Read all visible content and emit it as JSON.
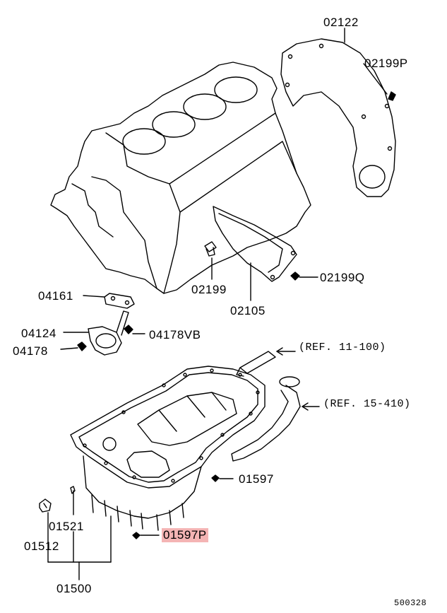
{
  "labels": {
    "p02122": "02122",
    "p02199P": "02199P",
    "p02199": "02199",
    "p02105": "02105",
    "p02199Q": "02199Q",
    "p04161": "04161",
    "p04124": "04124",
    "p04178VB": "04178VB",
    "p04178": "04178",
    "ref1": "(REF. 11-100)",
    "ref2": "(REF. 15-410)",
    "p01597": "01597",
    "p01521": "01521",
    "p01512": "01512",
    "p01597P": "01597P",
    "p01500": "01500",
    "diagram_id": "500328"
  },
  "highlight_color": "#f4b4b4"
}
